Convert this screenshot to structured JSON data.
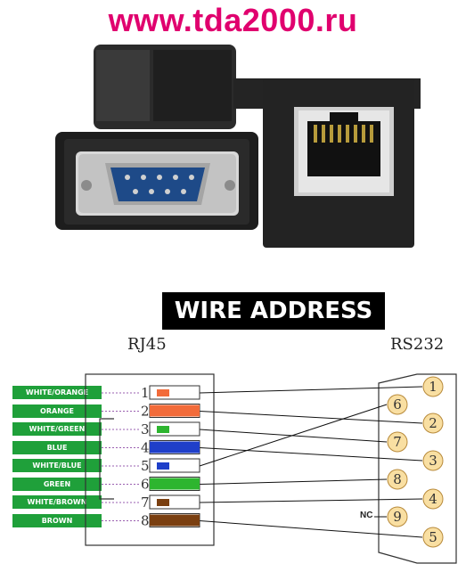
{
  "header": {
    "site_url": "www.tda2000.ru"
  },
  "diagram": {
    "title": "WIRE ADDRESS",
    "rj45_label": "RJ45",
    "rs232_label": "RS232",
    "nc_label": "NC",
    "rj45_pins": [
      {
        "num": "1",
        "wire": "WHITE/ORANGE",
        "color": "#f26b3a",
        "striped": true,
        "to": "1"
      },
      {
        "num": "2",
        "wire": "ORANGE",
        "color": "#f26b3a",
        "striped": false,
        "to": "2"
      },
      {
        "num": "3",
        "wire": "WHITE/GREEN",
        "color": "#2db52f",
        "striped": true,
        "to": "7"
      },
      {
        "num": "4",
        "wire": "BLUE",
        "color": "#1f3fc9",
        "striped": false,
        "to": "3"
      },
      {
        "num": "5",
        "wire": "WHITE/BLUE",
        "color": "#1f3fc9",
        "striped": true,
        "to": "6"
      },
      {
        "num": "6",
        "wire": "GREEN",
        "color": "#2db52f",
        "striped": false,
        "to": "8"
      },
      {
        "num": "7",
        "wire": "WHITE/BROWN",
        "color": "#7a3f10",
        "striped": true,
        "to": "4"
      },
      {
        "num": "8",
        "wire": "BROWN",
        "color": "#7a3f10",
        "striped": false,
        "to": "5"
      }
    ],
    "db9_pins": [
      "1",
      "2",
      "3",
      "4",
      "5",
      "6",
      "7",
      "8",
      "9"
    ],
    "tag_color": "#1fa03a",
    "pin_circle_color": "#f9dfa2"
  }
}
